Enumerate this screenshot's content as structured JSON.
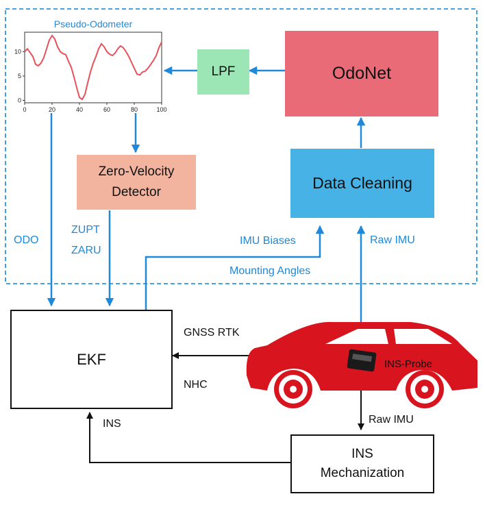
{
  "diagram": {
    "colors": {
      "blue_arrow": "#1f88d8",
      "dashed_border": "#2a94de",
      "lpf": "#9be6b4",
      "odonet": "#e86b77",
      "zero_velocity": "#f2b49e",
      "data_cleaning": "#47b2e6",
      "car": "#d8141e",
      "plot_line": "#e8505a"
    },
    "nodes": {
      "lpf": "LPF",
      "odonet": "OdoNet",
      "zero_velocity_line1": "Zero-Velocity",
      "zero_velocity_line2": "Detector",
      "data_cleaning": "Data Cleaning",
      "ekf": "EKF",
      "ins_mech_line1": "INS",
      "ins_mech_line2": "Mechanization",
      "ins_probe": "INS-Probe"
    },
    "labels": {
      "odo": "ODO",
      "zupt": "ZUPT",
      "zaru": "ZARU",
      "imu_biases": "IMU Biases",
      "mounting_angles": "Mounting Angles",
      "raw_imu_top": "Raw IMU",
      "gnss_rtk": "GNSS RTK",
      "nhc": "NHC",
      "ins": "INS",
      "raw_imu_bottom": "Raw IMU"
    }
  },
  "chart_data": {
    "type": "line",
    "title": "Pseudo-Odometer",
    "xlabel": "",
    "ylabel": "",
    "xlim": [
      0,
      100
    ],
    "ylim": [
      -0.5,
      14
    ],
    "xticks": [
      "0",
      "20",
      "40",
      "60",
      "80",
      "100"
    ],
    "yticks": [
      "0",
      "5",
      "10"
    ],
    "grid": false,
    "series": [
      {
        "x": [
          0,
          2,
          4,
          6,
          8,
          10,
          12,
          14,
          16,
          18,
          20,
          22,
          24,
          26,
          28,
          30,
          32,
          34,
          36,
          38,
          40,
          42,
          44,
          46,
          48,
          50,
          52,
          54,
          56,
          58,
          60,
          62,
          64,
          66,
          68,
          70,
          72,
          74,
          76,
          78,
          80,
          82,
          84,
          86,
          88,
          90,
          92,
          94,
          96,
          98,
          100
        ],
        "values": [
          10,
          10.6,
          9.8,
          9.0,
          7.4,
          7.1,
          7.7,
          8.8,
          10.6,
          12.4,
          13.3,
          12.6,
          11.0,
          10.0,
          9.6,
          9.4,
          8.0,
          6.8,
          4.8,
          2.6,
          0.6,
          0.2,
          1.2,
          3.6,
          5.8,
          7.6,
          9.0,
          10.6,
          11.6,
          11.0,
          10.0,
          9.5,
          9.2,
          9.7,
          10.6,
          11.2,
          10.8,
          10.0,
          9.0,
          7.8,
          6.6,
          5.4,
          5.2,
          5.8,
          6.0,
          6.6,
          7.4,
          8.2,
          9.2,
          10.8,
          12.0
        ]
      }
    ]
  }
}
